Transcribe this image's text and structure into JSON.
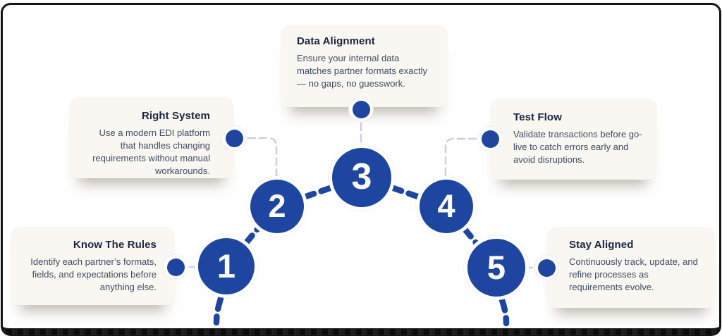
{
  "diagram": {
    "kind": "five-step-process-arc",
    "colors": {
      "accent_blue": "#1E46A0",
      "card_background": "#F9F7F1",
      "frame_border": "#161616",
      "title_text": "#1A2441",
      "body_text": "#3F4B63",
      "connector_gray": "#C9D1DA"
    }
  },
  "steps": [
    {
      "number": "1",
      "title": "Know The Rules",
      "description": "Identify each partner’s formats, fields, and expectations before anything else."
    },
    {
      "number": "2",
      "title": "Right System",
      "description": "Use a modern EDI platform that handles changing requirements without manual workarounds."
    },
    {
      "number": "3",
      "title": "Data Alignment",
      "description": "Ensure your internal data matches partner formats exactly — no gaps, no guesswork."
    },
    {
      "number": "4",
      "title": "Test Flow",
      "description": "Validate transactions before go-live to catch errors early and avoid disruptions."
    },
    {
      "number": "5",
      "title": "Stay Aligned",
      "description": "Continuously track, update, and refine processes as requirements evolve."
    }
  ]
}
